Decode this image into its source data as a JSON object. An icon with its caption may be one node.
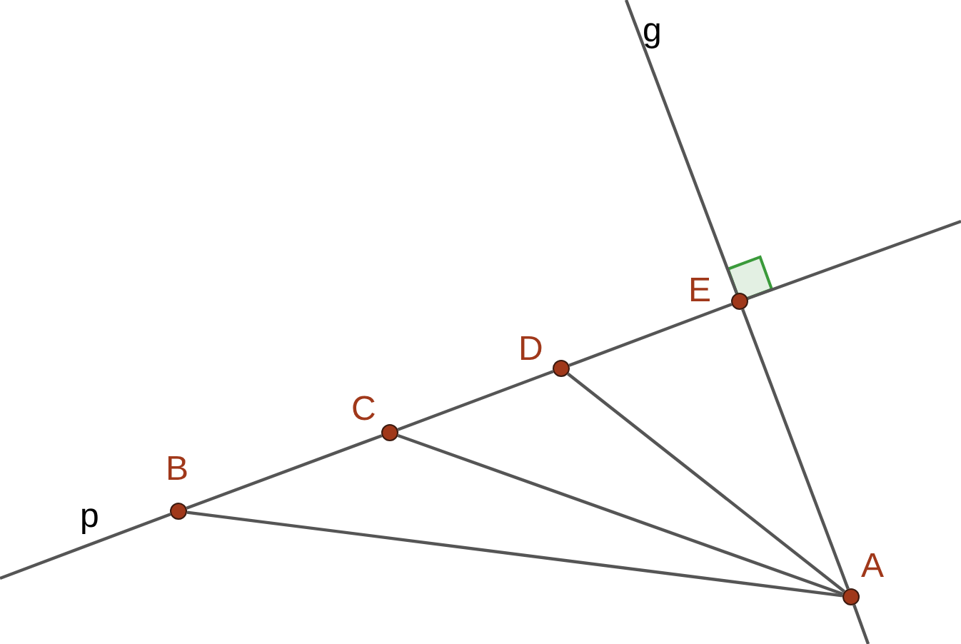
{
  "diagram": {
    "nodes": [
      {
        "text": [],
        "shape": "circle",
        "beside": [
          "B"
        ]
      },
      {
        "text": [],
        "shape": "circle",
        "beside": [
          "C"
        ]
      },
      {
        "text": [],
        "shape": "circle",
        "beside": [
          "D"
        ]
      },
      {
        "text": [],
        "shape": "circle",
        "beside": [
          "E"
        ]
      },
      {
        "text": [],
        "shape": "circle",
        "beside": [
          "A"
        ]
      }
    ],
    "edges": [
      {
        "from": null,
        "to": 0,
        "arrow": "none"
      },
      {
        "from": 0,
        "to": 1,
        "arrow": "none"
      },
      {
        "from": 1,
        "to": 2,
        "arrow": "none"
      },
      {
        "from": 2,
        "to": 3,
        "arrow": "none"
      },
      {
        "from": 3,
        "to": null,
        "arrow": "none"
      },
      {
        "from": null,
        "to": 3,
        "arrow": "none"
      },
      {
        "from": 3,
        "to": 4,
        "arrow": "none"
      },
      {
        "from": 4,
        "to": null,
        "arrow": "none"
      },
      {
        "from": 0,
        "to": 4,
        "arrow": "none"
      },
      {
        "from": 1,
        "to": 4,
        "arrow": "none"
      },
      {
        "from": 2,
        "to": 4,
        "arrow": "none"
      }
    ],
    "labels": [
      "g",
      "p"
    ]
  }
}
